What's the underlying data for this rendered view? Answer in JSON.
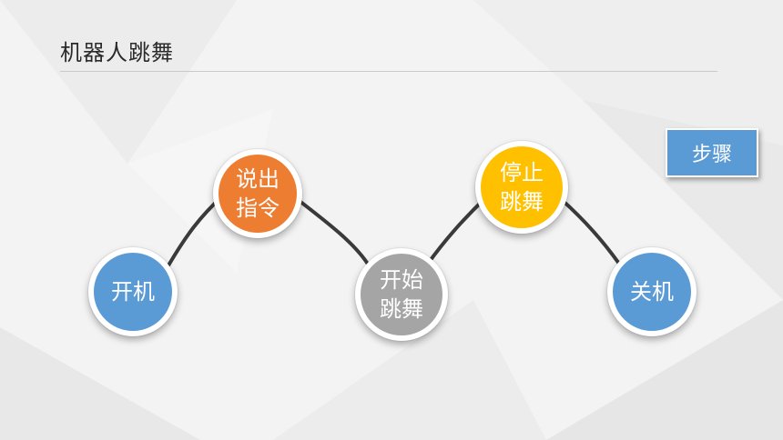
{
  "slide": {
    "title": "机器人跳舞"
  },
  "steps_button": {
    "label": "步骤",
    "color": "#5b9bd5"
  },
  "flow": {
    "nodes": [
      {
        "id": "power-on",
        "label": "开机",
        "color": "#5b9bd5"
      },
      {
        "id": "give-command",
        "label": "说出指令",
        "color": "#ed7d31"
      },
      {
        "id": "start-dancing",
        "label": "开始跳舞",
        "color": "#a5a5a5"
      },
      {
        "id": "stop-dancing",
        "label": "停止跳舞",
        "color": "#ffc000"
      },
      {
        "id": "power-off",
        "label": "关机",
        "color": "#5b9bd5"
      }
    ],
    "connector_color": "#3a3a3a"
  }
}
